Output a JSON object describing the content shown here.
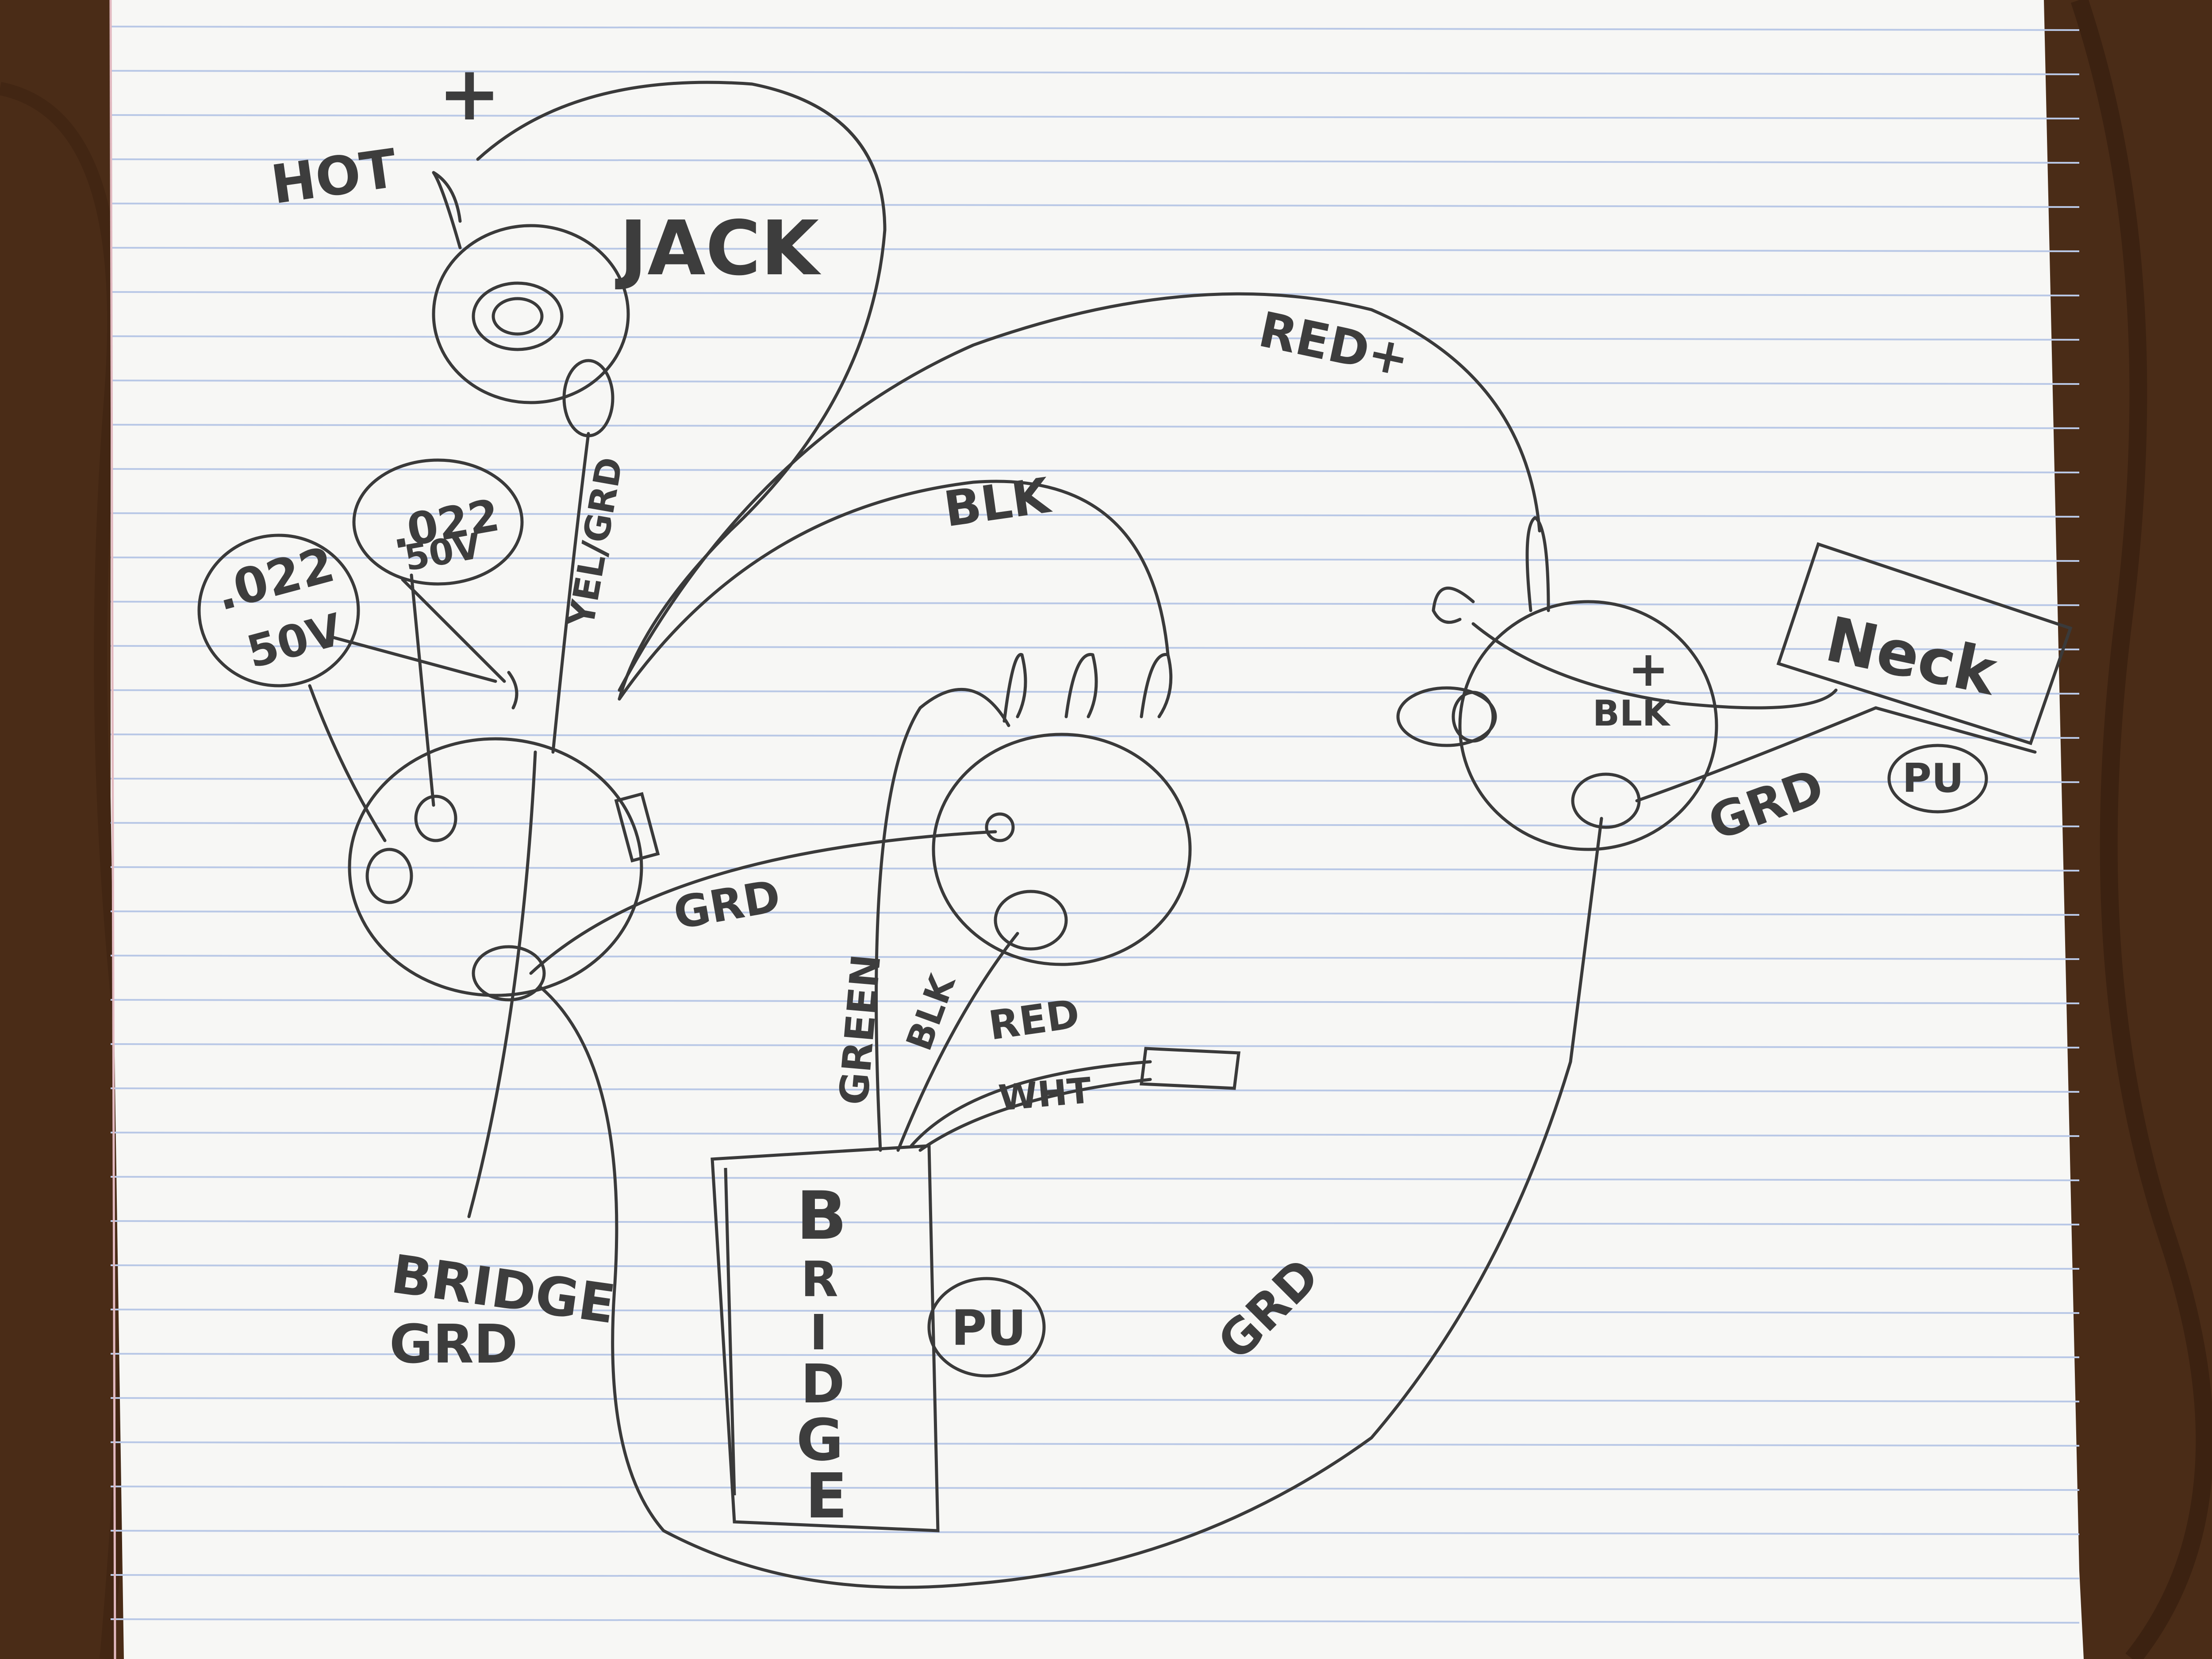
{
  "labels": {
    "plus_jack": "+",
    "hot": "HOT",
    "jack": "JACK",
    "red_plus": "RED+",
    "blk_top": "BLK",
    "yel_grd": "YEL/GRD",
    "cap1_value": ".022",
    "cap1_volt": "50V",
    "cap2_value": ".022",
    "cap2_volt": "50V",
    "grd_left": "GRD",
    "green": "GREEN",
    "blk_bridge": "BLK",
    "red_bridge": "RED",
    "wht": "WHT",
    "bridge_grd_line1": "BRIDGE",
    "bridge_grd_line2": "GRD",
    "bridge_pickup_letters": [
      "B",
      "R",
      "I",
      "D",
      "G",
      "E"
    ],
    "pu_bridge": "PU",
    "grd_bottom": "GRD",
    "plus_switch": "+",
    "blk_switch": "BLK",
    "neck": "Neck",
    "pu_neck": "PU",
    "grd_neck": "GRD"
  },
  "colors": {
    "paper": "#f7f7f5",
    "ink": "#3a3a3a",
    "rule_line": "#b9c8e6",
    "margin_line": "#e2b9c0",
    "wood": "#4a2c17"
  }
}
